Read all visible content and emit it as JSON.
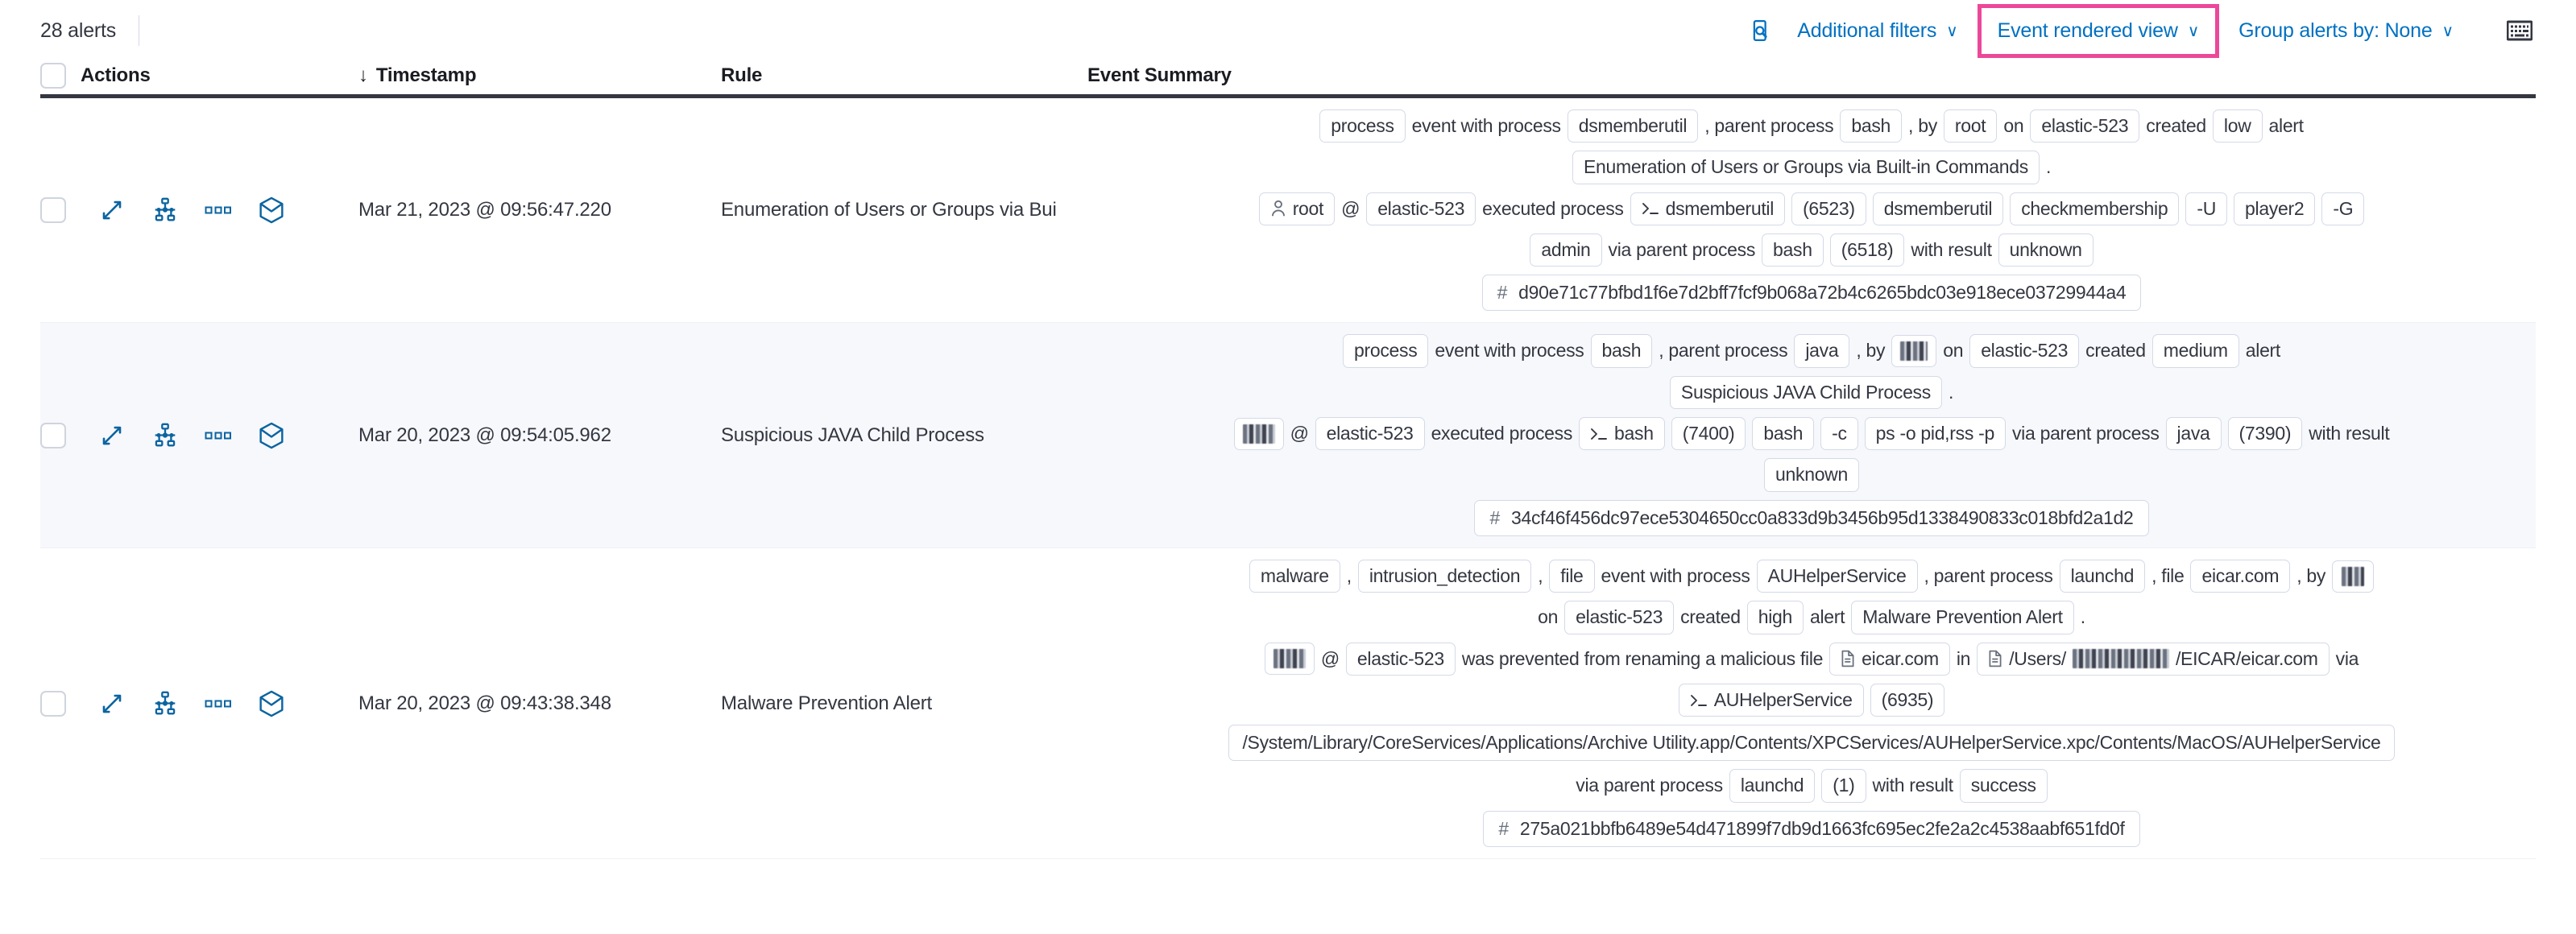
{
  "toolbar": {
    "alerts_count_label": "28 alerts",
    "inspect_icon": "inspect-search-icon",
    "additional_filters_label": "Additional filters",
    "event_rendered_view_label": "Event rendered view",
    "group_alerts_by_label": "Group alerts by: None",
    "keyboard_icon": "keyboard-icon",
    "chevron": "∨",
    "highlight_color": "#ec4899",
    "link_color": "#0071c2"
  },
  "table": {
    "headers": {
      "actions": "Actions",
      "timestamp": "Timestamp",
      "rule": "Rule",
      "event_summary": "Event Summary",
      "sort_arrow": "↓"
    },
    "row_action_icons": [
      "expand-icon",
      "analyzer-graph-icon",
      "more-actions-icon",
      "session-view-cube-icon"
    ],
    "rows": [
      {
        "timestamp": "Mar 21, 2023 @ 09:56:47.220",
        "rule": "Enumeration of Users or Groups via Bui",
        "summary": {
          "line1": [
            {
              "t": "chip",
              "v": "process"
            },
            {
              "t": "txt",
              "v": "event with process"
            },
            {
              "t": "chip",
              "v": "dsmemberutil"
            },
            {
              "t": "txt",
              "v": ", parent process"
            },
            {
              "t": "chip",
              "v": "bash"
            },
            {
              "t": "txt",
              "v": ", by"
            },
            {
              "t": "chip",
              "v": "root"
            },
            {
              "t": "txt",
              "v": "on"
            },
            {
              "t": "chip",
              "v": "elastic-523"
            },
            {
              "t": "txt",
              "v": "created"
            },
            {
              "t": "chip",
              "v": "low"
            },
            {
              "t": "txt",
              "v": "alert"
            }
          ],
          "line2": [
            {
              "t": "chip",
              "v": "Enumeration of Users or Groups via Built-in Commands"
            },
            {
              "t": "txt",
              "v": "."
            }
          ],
          "line3": [
            {
              "t": "chip-user",
              "v": "root"
            },
            {
              "t": "txt",
              "v": "@"
            },
            {
              "t": "chip",
              "v": "elastic-523"
            },
            {
              "t": "txt",
              "v": "executed process"
            },
            {
              "t": "chip-proc",
              "v": "dsmemberutil"
            },
            {
              "t": "chip",
              "v": "(6523)"
            },
            {
              "t": "chip",
              "v": "dsmemberutil"
            },
            {
              "t": "chip",
              "v": "checkmembership"
            },
            {
              "t": "chip",
              "v": "-U"
            },
            {
              "t": "chip",
              "v": "player2"
            },
            {
              "t": "chip",
              "v": "-G"
            }
          ],
          "line4": [
            {
              "t": "chip",
              "v": "admin"
            },
            {
              "t": "txt",
              "v": "via parent process"
            },
            {
              "t": "chip",
              "v": "bash"
            },
            {
              "t": "chip",
              "v": "(6518)"
            },
            {
              "t": "txt",
              "v": "with result"
            },
            {
              "t": "chip",
              "v": "unknown"
            }
          ],
          "hash": "d90e71c77bfbd1f6e7d2bff7fcf9b068a72b4c6265bdc03e918ece03729944a4"
        }
      },
      {
        "timestamp": "Mar 20, 2023 @ 09:54:05.962",
        "rule": "Suspicious JAVA Child Process",
        "summary": {
          "line1": [
            {
              "t": "chip",
              "v": "process"
            },
            {
              "t": "txt",
              "v": "event with process"
            },
            {
              "t": "chip",
              "v": "bash"
            },
            {
              "t": "txt",
              "v": ", parent process"
            },
            {
              "t": "chip",
              "v": "java"
            },
            {
              "t": "txt",
              "v": ", by"
            },
            {
              "t": "chip-redacted",
              "v": "",
              "w": 34
            },
            {
              "t": "txt",
              "v": "on"
            },
            {
              "t": "chip",
              "v": "elastic-523"
            },
            {
              "t": "txt",
              "v": "created"
            },
            {
              "t": "chip",
              "v": "medium"
            },
            {
              "t": "txt",
              "v": "alert"
            }
          ],
          "line2": [
            {
              "t": "chip",
              "v": "Suspicious JAVA Child Process"
            },
            {
              "t": "txt",
              "v": "."
            }
          ],
          "line3": [
            {
              "t": "chip-redacted",
              "v": "",
              "w": 40
            },
            {
              "t": "txt",
              "v": "@"
            },
            {
              "t": "chip",
              "v": "elastic-523"
            },
            {
              "t": "txt",
              "v": "executed process"
            },
            {
              "t": "chip-proc",
              "v": "bash"
            },
            {
              "t": "chip",
              "v": "(7400)"
            },
            {
              "t": "chip",
              "v": "bash"
            },
            {
              "t": "chip",
              "v": "-c"
            },
            {
              "t": "chip",
              "v": "ps -o pid,rss -p"
            },
            {
              "t": "txt",
              "v": "via parent process"
            },
            {
              "t": "chip",
              "v": "java"
            },
            {
              "t": "chip",
              "v": "(7390)"
            },
            {
              "t": "txt",
              "v": "with result"
            }
          ],
          "line4": [
            {
              "t": "chip",
              "v": "unknown"
            }
          ],
          "hash": "34cf46f456dc97ece5304650cc0a833d9b3456b95d1338490833c018bfd2a1d2"
        }
      },
      {
        "timestamp": "Mar 20, 2023 @ 09:43:38.348",
        "rule": "Malware Prevention Alert",
        "summary": {
          "line1": [
            {
              "t": "chip",
              "v": "malware"
            },
            {
              "t": "txt",
              "v": ","
            },
            {
              "t": "chip",
              "v": "intrusion_detection"
            },
            {
              "t": "txt",
              "v": ","
            },
            {
              "t": "chip",
              "v": "file"
            },
            {
              "t": "txt",
              "v": "event with process"
            },
            {
              "t": "chip",
              "v": "AUHelperService"
            },
            {
              "t": "txt",
              "v": ", parent process"
            },
            {
              "t": "chip",
              "v": "launchd"
            },
            {
              "t": "txt",
              "v": ", file"
            },
            {
              "t": "chip",
              "v": "eicar.com"
            },
            {
              "t": "txt",
              "v": ", by"
            },
            {
              "t": "chip-redacted",
              "v": "",
              "w": 28
            }
          ],
          "line2": [
            {
              "t": "txt",
              "v": "on"
            },
            {
              "t": "chip",
              "v": "elastic-523"
            },
            {
              "t": "txt",
              "v": "created"
            },
            {
              "t": "chip",
              "v": "high"
            },
            {
              "t": "txt",
              "v": "alert"
            },
            {
              "t": "chip",
              "v": "Malware Prevention Alert"
            },
            {
              "t": "txt",
              "v": "."
            }
          ],
          "line3": [
            {
              "t": "chip-redacted",
              "v": "",
              "w": 40
            },
            {
              "t": "txt",
              "v": "@"
            },
            {
              "t": "chip",
              "v": "elastic-523"
            },
            {
              "t": "txt",
              "v": "was prevented from renaming a malicious file"
            },
            {
              "t": "chip-file",
              "v": "eicar.com"
            },
            {
              "t": "txt",
              "v": "in"
            },
            {
              "t": "chip-file-redacted",
              "v": "/Users/",
              "v2": "/EICAR/eicar.com",
              "w": 120
            },
            {
              "t": "txt",
              "v": "via"
            }
          ],
          "line4": [
            {
              "t": "chip-proc",
              "v": "AUHelperService"
            },
            {
              "t": "chip",
              "v": "(6935)"
            }
          ],
          "line5": [
            {
              "t": "chip-path",
              "v": "/System/Library/CoreServices/Applications/Archive Utility.app/Contents/XPCServices/AUHelperService.xpc/Contents/MacOS/AUHelperService"
            }
          ],
          "line6": [
            {
              "t": "txt",
              "v": "via parent process"
            },
            {
              "t": "chip",
              "v": "launchd"
            },
            {
              "t": "chip",
              "v": "(1)"
            },
            {
              "t": "txt",
              "v": "with result"
            },
            {
              "t": "chip",
              "v": "success"
            }
          ],
          "hash": "275a021bbfb6489e54d471899f7db9d1663fc695ec2fe2a2c4538aabf651fd0f"
        }
      }
    ]
  }
}
